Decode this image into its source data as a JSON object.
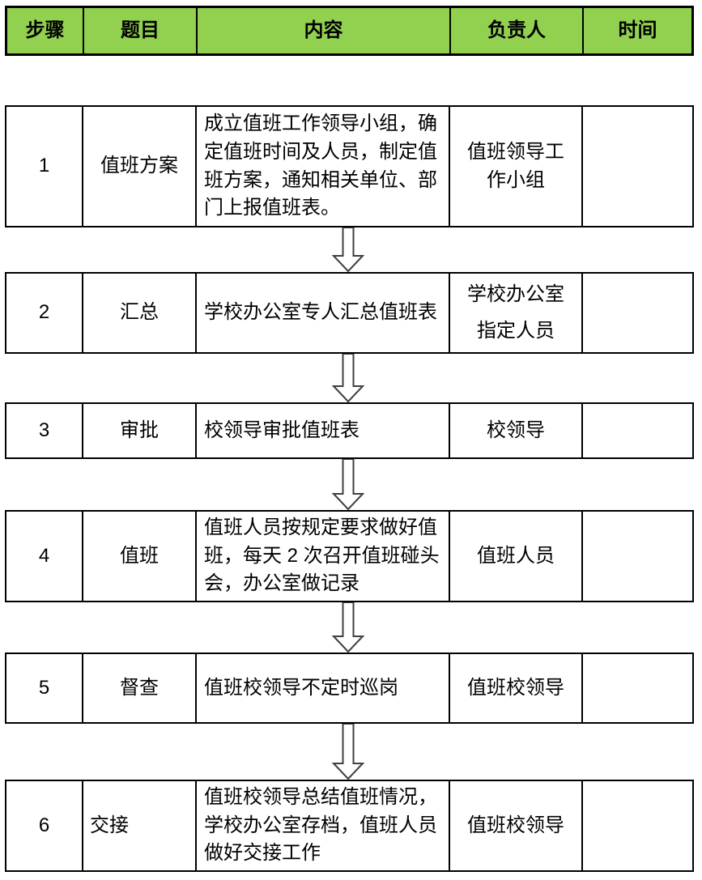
{
  "header": {
    "columns": [
      "步骤",
      "题目",
      "内容",
      "负责人",
      "时间"
    ]
  },
  "rows": [
    {
      "step": "1",
      "title": "值班方案",
      "content": "成立值班工作领导小组，确定值班时间及人员，制定值班方案，通知相关单位、部门上报值班表。",
      "responsible": "值班领导工作小组",
      "time": ""
    },
    {
      "step": "2",
      "title": "汇总",
      "content": "学校办公室专人汇总值班表",
      "responsible_lines": [
        "学校办公室",
        "指定人员"
      ],
      "time": ""
    },
    {
      "step": "3",
      "title": "审批",
      "content": "校领导审批值班表",
      "responsible": "校领导",
      "time": ""
    },
    {
      "step": "4",
      "title": "值班",
      "content": "值班人员按规定要求做好值班，每天 2 次召开值班碰头会，办公室做记录",
      "responsible": "值班人员",
      "time": ""
    },
    {
      "step": "5",
      "title": "督查",
      "content": "值班校领导不定时巡岗",
      "responsible": "值班校领导",
      "time": ""
    },
    {
      "step": "6",
      "title": "交接",
      "content": "值班校领导总结值班情况，学校办公室存档，值班人员做好交接工作",
      "responsible": "值班校领导",
      "time": ""
    }
  ],
  "icons": {
    "flow_arrow": "hollow-down-block-arrow"
  },
  "colors": {
    "header_bg": "#92D050",
    "border": "#000000",
    "arrow_outline": "#404040",
    "arrow_fill": "#ffffff"
  }
}
